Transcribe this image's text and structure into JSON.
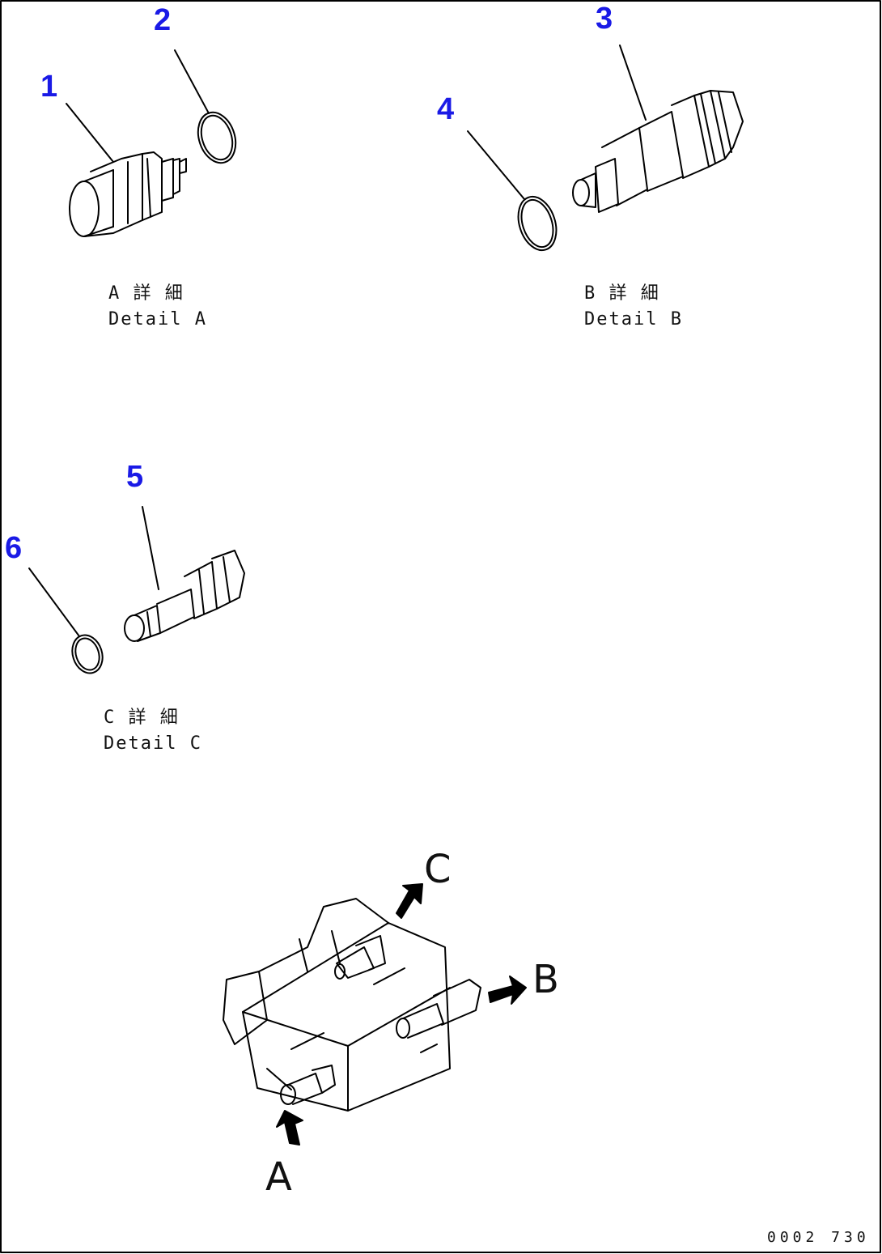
{
  "callouts": [
    "1",
    "2",
    "3",
    "4",
    "5",
    "6"
  ],
  "details": {
    "a": {
      "jp": "A 詳 細",
      "en": "Detail A"
    },
    "b": {
      "jp": "B 詳 細",
      "en": "Detail B"
    },
    "c": {
      "jp": "C 詳 細",
      "en": "Detail C"
    }
  },
  "view_markers": {
    "a": "A",
    "b": "B",
    "c": "C"
  },
  "drawing_code": "0002 730",
  "colors": {
    "callout": "#1a1ae6",
    "line": "#000000"
  }
}
